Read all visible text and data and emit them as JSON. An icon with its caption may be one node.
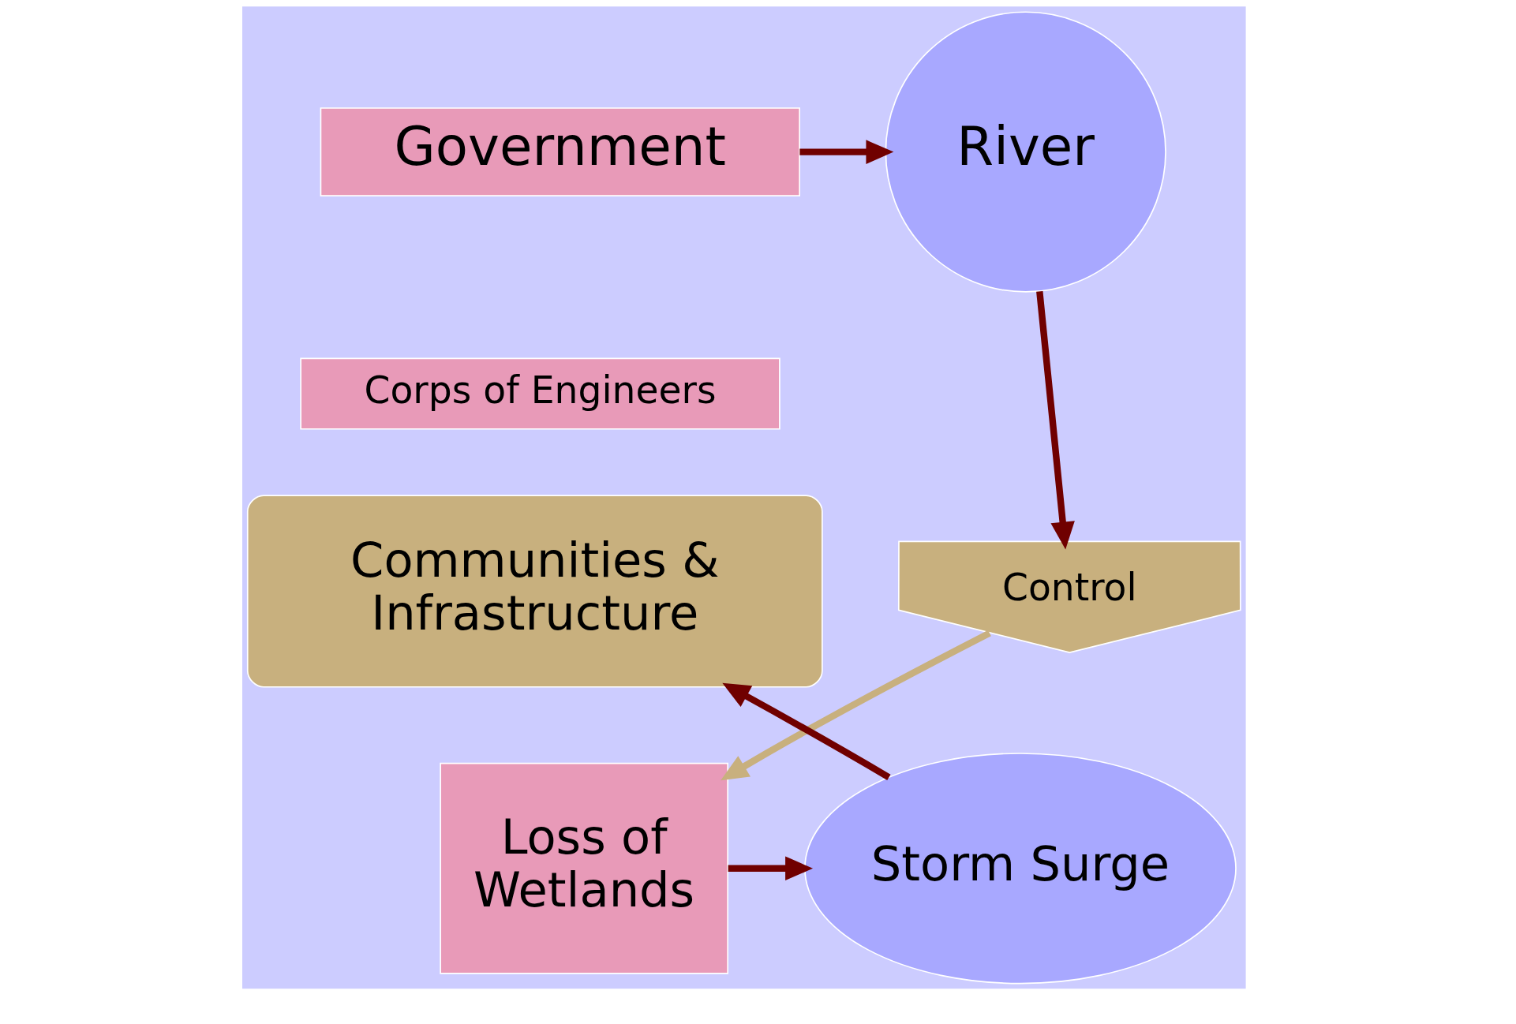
{
  "diagram": {
    "nodes": [
      {
        "text": [
          "Government"
        ]
      },
      {
        "text": [
          "Corps of Engineers"
        ]
      },
      {
        "text": [
          "River"
        ]
      },
      {
        "text": [
          "Control"
        ]
      },
      {
        "text": [
          "Loss of Wetlands"
        ]
      },
      {
        "text": [
          "Storm Surge"
        ]
      },
      {
        "text": [
          "Communities & Infrastructure"
        ]
      }
    ],
    "edges": [
      {
        "from": 0,
        "to": 2,
        "arrow": "to"
      },
      {
        "from": 2,
        "to": 3,
        "arrow": "to"
      },
      {
        "from": 3,
        "to": 4,
        "arrow": "to",
        "color": "#c8b07e"
      },
      {
        "from": 4,
        "to": 5,
        "arrow": "to"
      },
      {
        "from": 5,
        "to": 6,
        "arrow": "to"
      }
    ]
  }
}
